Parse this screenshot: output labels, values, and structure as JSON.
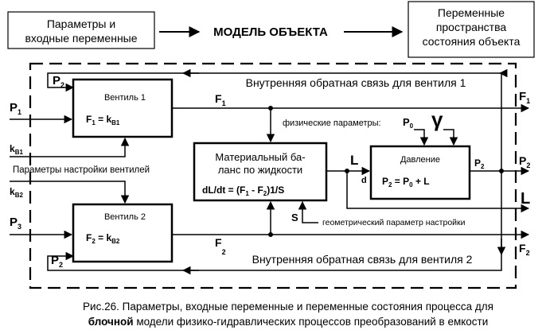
{
  "header": {
    "inputs_box": [
      "Параметры и",
      "входные переменные"
    ],
    "model_title": "МОДЕЛЬ ОБЪЕКТА",
    "state_box": [
      "Переменные",
      "пространства",
      "состояния объекта"
    ]
  },
  "feedback": {
    "top": "Внутренняя обратная связь для вентиля 1",
    "bottom": "Внутренняя обратная связь для вентиля 2"
  },
  "valve1": {
    "title": "Вентиль 1",
    "formula": {
      "lhs": "F",
      "lhs_sub": "1",
      "mid": " = k",
      "rhs_sub": "В1"
    }
  },
  "valve2": {
    "title": "Вентиль 2",
    "formula": {
      "lhs": "F",
      "lhs_sub": "2",
      "mid": " = k",
      "rhs_sub": "В2"
    }
  },
  "balance": {
    "title_lines": [
      "Материальный ба-",
      "ланс по жидкости"
    ],
    "equation": {
      "a": "dL/dt = (F",
      "s1": "1",
      "b": " - F",
      "s2": "2",
      "c": ")1/S"
    }
  },
  "pressure": {
    "title": "Давление",
    "formula": {
      "a": "P",
      "s1": "2",
      "b": " = P",
      "s2": "0",
      "c": " + L"
    }
  },
  "labels": {
    "phys_params": "физические параметры:",
    "P0": {
      "main": "P",
      "sub": "0"
    },
    "gamma": "γ",
    "L": "L",
    "d": "d",
    "S": "S",
    "geom_param": "геометрический параметр настройки",
    "tuning_params": "Параметры настройки вентилей",
    "P1": {
      "main": "P",
      "sub": "1"
    },
    "P2_top": {
      "main": "P",
      "sub": "2"
    },
    "P2_bottom": {
      "main": "P",
      "sub": "2"
    },
    "P3": {
      "main": "P",
      "sub": "3"
    },
    "kB1": {
      "main": "k",
      "sub": "В1"
    },
    "kB2": {
      "main": "k",
      "sub": "В2"
    },
    "F1_mid": {
      "main": "F",
      "sub": "1"
    },
    "F2_mid": {
      "main": "F",
      "sub": "2"
    },
    "F1_out": {
      "main": "F",
      "sub": "1"
    },
    "F2_out": {
      "main": "F",
      "sub": "2"
    },
    "P2_pressure_out": {
      "main": "P",
      "sub": "2"
    },
    "P2_out": {
      "main": "P",
      "sub": "2"
    },
    "L_out": "L"
  },
  "caption": {
    "line1": "Рис.26.  Параметры, входные переменные и переменные состояния процесса для",
    "line2_bold": "блочной",
    "line2_rest": " модели физико-гидравлических процессов преобразований в емкости"
  }
}
